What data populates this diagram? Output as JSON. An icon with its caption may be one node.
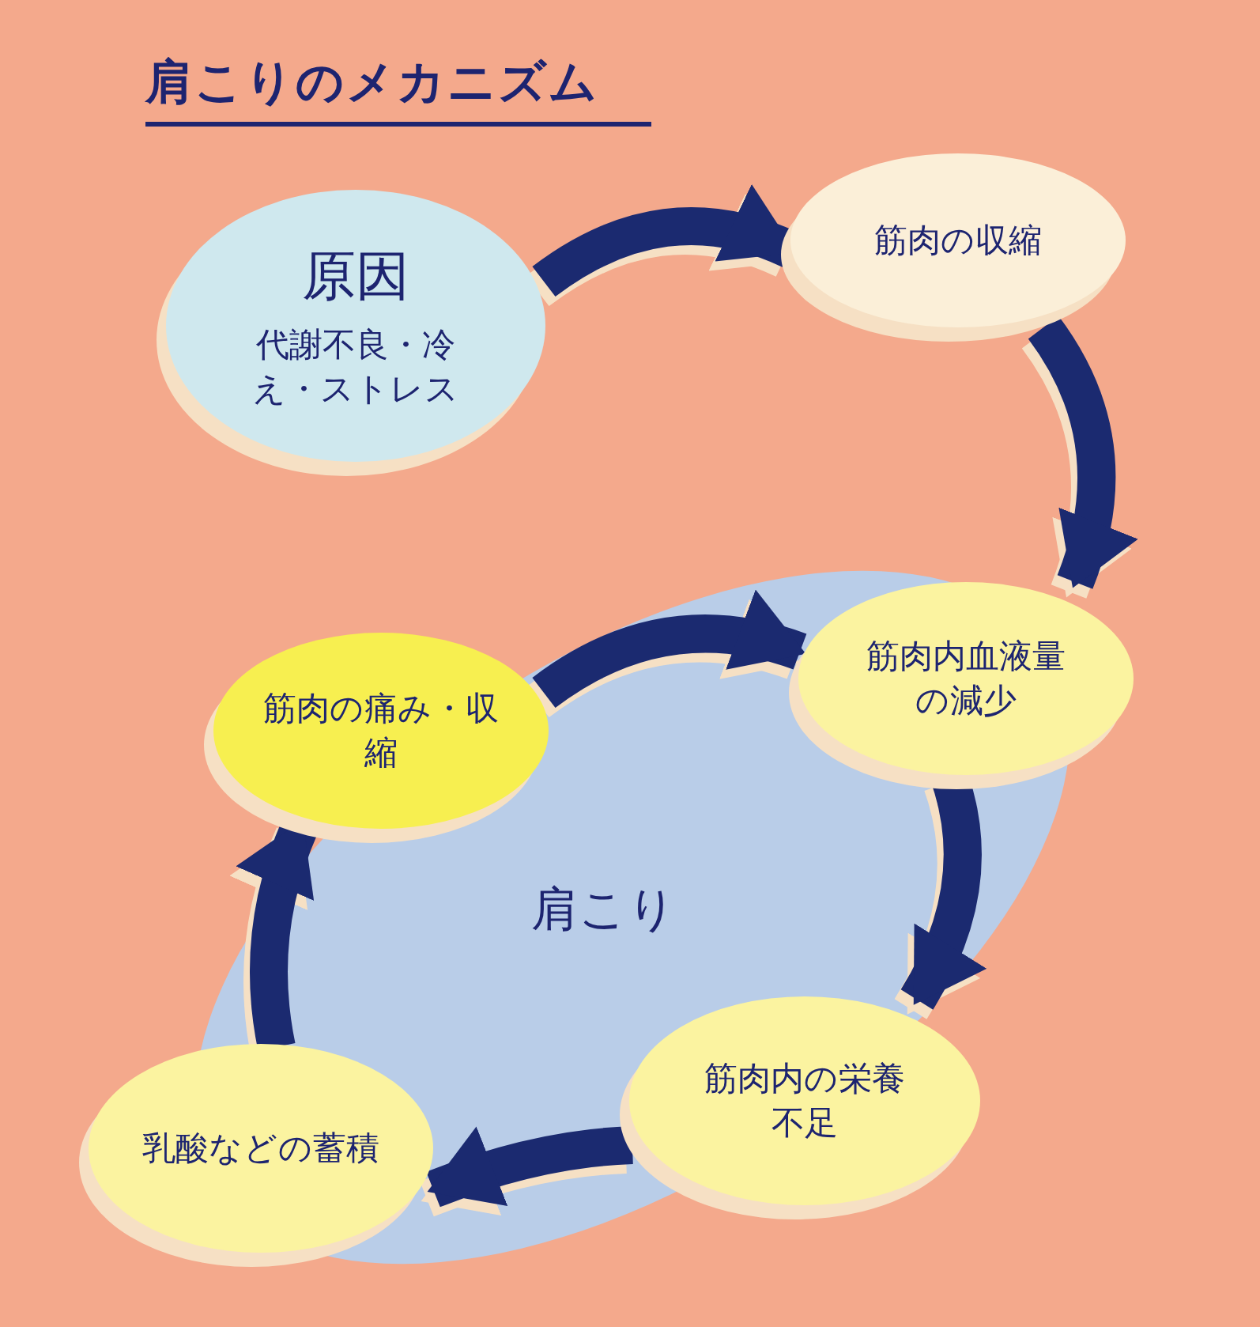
{
  "diagram": {
    "title": "肩こりのメカニズム",
    "nodes": [
      {
        "text": [
          "原因",
          "代謝不良・冷え・ストレス"
        ]
      },
      {
        "text": [
          "筋肉の収縮"
        ]
      },
      {
        "text": [
          "筋肉内血液量の減少"
        ]
      },
      {
        "text": [
          "筋肉内の栄養不足"
        ]
      },
      {
        "text": [
          "乳酸などの蓄積"
        ]
      },
      {
        "text": [
          "筋肉の痛み・収縮"
        ]
      }
    ],
    "edges": [
      {
        "from": 0,
        "to": 1,
        "arrow": "to"
      },
      {
        "from": 1,
        "to": 2,
        "arrow": "to"
      },
      {
        "from": 2,
        "to": 3,
        "arrow": "to"
      },
      {
        "from": 3,
        "to": 4,
        "arrow": "to"
      },
      {
        "from": 4,
        "to": 5,
        "arrow": "to"
      },
      {
        "from": 5,
        "to": 2,
        "arrow": "to"
      }
    ],
    "labels": [
      "肩こり"
    ]
  }
}
